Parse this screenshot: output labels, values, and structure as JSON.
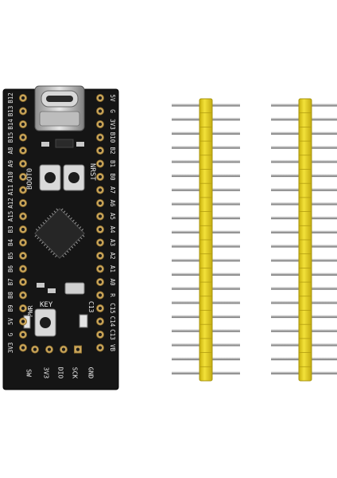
{
  "colors": {
    "board": "#151515",
    "header_plastic": "#e6d21f",
    "header_pin": "#b8b8b8",
    "gold_pad": "#c9a55a"
  },
  "board": {
    "left_labels": [
      "B12",
      "B13",
      "B14",
      "B15",
      "A8",
      "A9",
      "A10",
      "A11",
      "A12",
      "A15",
      "B3",
      "B4",
      "B5",
      "B6",
      "B7",
      "B8",
      "B9",
      "5V",
      "G",
      "3V3"
    ],
    "right_labels": [
      "5V",
      "G",
      "3V3",
      "B10",
      "B2",
      "B1",
      "B0",
      "A7",
      "A6",
      "A5",
      "A4",
      "A3",
      "A2",
      "A1",
      "A0",
      "R",
      "C15",
      "C14",
      "C13",
      "VB"
    ],
    "button_left": "BOOT0",
    "button_right": "NRST",
    "label_pwr": "PWR",
    "label_key": "KEY",
    "label_c13": "C13",
    "swd_labels": [
      "SW",
      "3V3",
      "DIO",
      "SCK",
      "GND"
    ]
  },
  "headers": {
    "left_pin_count": 20,
    "right_pin_count": 20
  }
}
